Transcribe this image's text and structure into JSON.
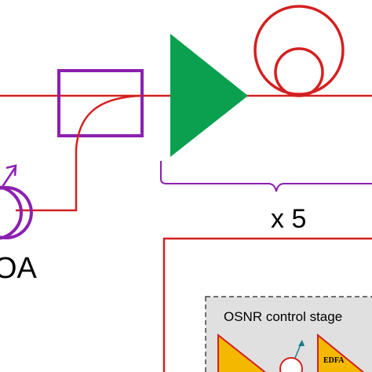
{
  "labels": {
    "repeat": "x 5",
    "voa_partial": "OA",
    "osnr_stage": "OSNR control stage",
    "edfa_partial": "EDFA"
  },
  "colors": {
    "fiber": "#d42020",
    "coupler": "#8b20b0",
    "amplifier": "#0aa050",
    "bracket": "#8b20b0",
    "stage_fill": "#e0e0e0",
    "stage_amp": "#f5b800"
  },
  "icons": {
    "amplifier": "triangle-icon",
    "fiber_spool": "double-circle-icon",
    "attenuator": "circle-arrow-icon"
  }
}
